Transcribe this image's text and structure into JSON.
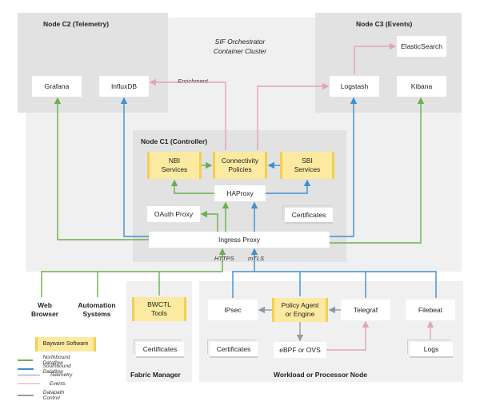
{
  "orchestrator": {
    "line1": "SIF Orchestrator",
    "line2": "Container Cluster"
  },
  "regions": {
    "c2": "Node C2 (Telemetry)",
    "c3": "Node C3  (Events)",
    "c1": "Node C1  (Controller)",
    "fabric": "Fabric Manager",
    "workload": "Workload or Processor Node"
  },
  "boxes": {
    "grafana": "Grafana",
    "influxdb": "InfluxDB",
    "logstash": "Logstash",
    "kibana": "Kibana",
    "elasticsearch": "ElasticSearch",
    "nbi": [
      "NBI",
      "Services"
    ],
    "connectivity": [
      "Connectivity",
      "Policies"
    ],
    "sbi": [
      "SBI",
      "Services"
    ],
    "haproxy": "HAProxy",
    "oauth": "OAuth Proxy",
    "certificates_c1": "Certificates",
    "ingress": "Ingress Proxy",
    "web_browser": [
      "Web",
      "Browser"
    ],
    "automation": [
      "Automation",
      "Systems"
    ],
    "bwctl": [
      "BWCTL",
      "Tools"
    ],
    "certificates_fabric": "Certificates",
    "ipsec": "IPsec",
    "policy_agent": [
      "Policy Agent",
      "or Engine"
    ],
    "telegraf": "Telegraf",
    "filebeat": "Filebeat",
    "certificates_workload": "Certificates",
    "ebpf": "eBPF or OVS",
    "logs": "Logs",
    "bayware": "Bayware Software"
  },
  "captions": {
    "enrichment": "Enrichment",
    "https": "HTTPS",
    "mtls": "mTLS"
  },
  "legend": [
    {
      "label": "Northbound Dataflow",
      "color": "#6ab04c"
    },
    {
      "label": "Southbound Dataflow",
      "color": "#3f8fd0"
    },
    {
      "label": "Telemetry",
      "color": "#8a9aa8"
    },
    {
      "label": "Events",
      "color": "#e3a3b8"
    },
    {
      "label": "Datapath Control",
      "color": "#9a9a9a"
    }
  ],
  "colors": {
    "northbound": "#6ab04c",
    "southbound": "#3f8fd0",
    "telemetry": "#8a9aa8",
    "events": "#e3a3b8",
    "datapath": "#9a9a9a",
    "bayware_fill": "#fbeaa0",
    "bayware_edge": "#f3cf52"
  }
}
